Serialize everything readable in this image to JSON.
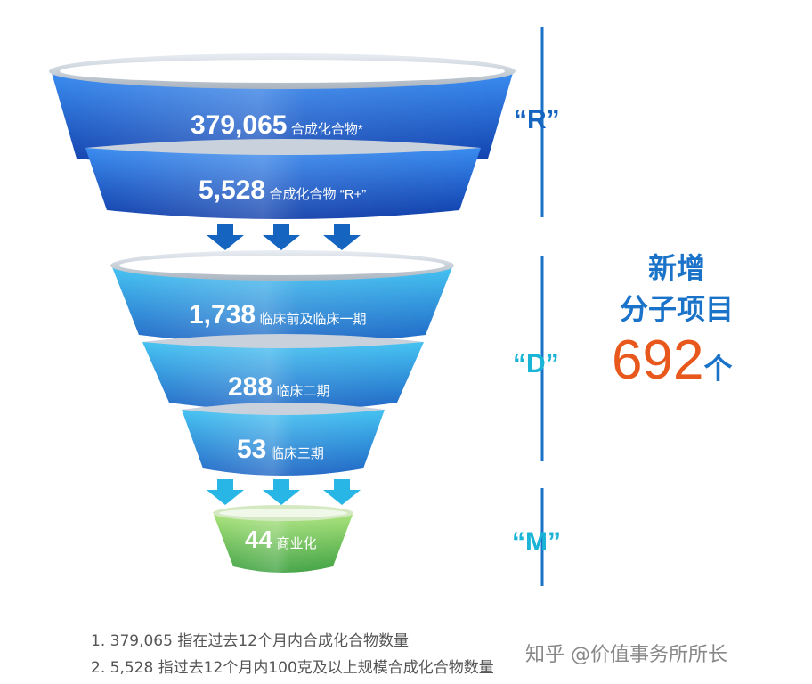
{
  "funnel": {
    "tiers": [
      {
        "value": "379,065",
        "desc": "合成化合物*",
        "color_top": "#2f7fe8",
        "color_bottom": "#0f3fae"
      },
      {
        "value": "5,528",
        "desc": "合成化合物 “R+”",
        "color_top": "#2f7fe8",
        "color_bottom": "#0f3fae"
      },
      {
        "value": "1,738",
        "desc": "临床前及临床一期",
        "color_top": "#3bb7ee",
        "color_bottom": "#1d6cc9"
      },
      {
        "value": "288",
        "desc": "临床二期",
        "color_top": "#3bbcee",
        "color_bottom": "#1c72c9"
      },
      {
        "value": "53",
        "desc": "临床三期",
        "color_top": "#42c4ef",
        "color_bottom": "#1a7ccd"
      },
      {
        "value": "44",
        "desc": "商业化",
        "color_top": "#9bdc6a",
        "color_bottom": "#3fa93f"
      }
    ]
  },
  "stages": {
    "r": "“R”",
    "d": "“D”",
    "m": "“M”",
    "color_r": "#1565c0",
    "color_d": "#1ab4d6"
  },
  "summary": {
    "line1": "新增",
    "line2": "分子项目",
    "total": "692",
    "unit": "个",
    "color_total": "#e8581c",
    "color_text": "#1a73c8"
  },
  "notes": {
    "note1": "1. 379,065 指在过去12个月内合成化合物数量",
    "note2": "2. 5,528 指过去12个月内100克及以上规模合成化合物数量"
  },
  "watermark": "知乎 @价值事务所所长"
}
